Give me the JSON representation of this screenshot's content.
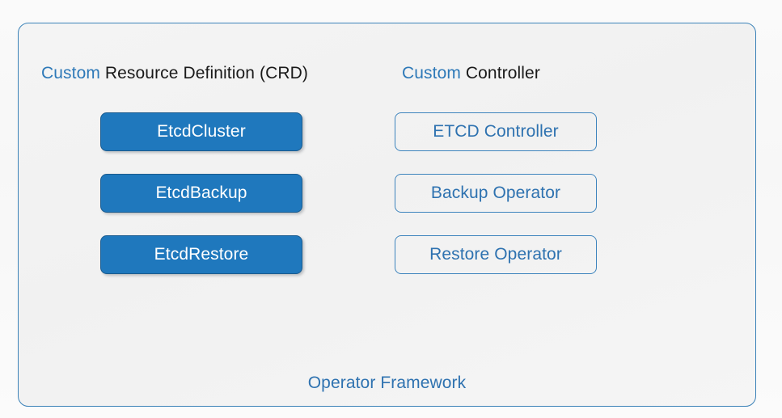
{
  "diagram": {
    "caption": "Operator Framework",
    "columns": [
      {
        "id": "crd",
        "heading_accent": "Custom",
        "heading_rest": " Resource Definition (CRD)",
        "style": "filled",
        "boxes": [
          {
            "label": "EtcdCluster"
          },
          {
            "label": "EtcdBackup"
          },
          {
            "label": "EtcdRestore"
          }
        ]
      },
      {
        "id": "controller",
        "heading_accent": "Custom",
        "heading_rest": " Controller",
        "style": "outlined",
        "boxes": [
          {
            "label": "ETCD Controller"
          },
          {
            "label": "Backup Operator"
          },
          {
            "label": "Restore Operator"
          }
        ]
      }
    ]
  },
  "colors": {
    "accent_blue": "#2e79b8",
    "box_fill": "#1f78bd",
    "box_fill_border": "#1a5b8f",
    "box_outline_border": "#3d84bd",
    "box_outline_text": "#2e72b0",
    "panel_border": "#3b82b8",
    "heading_text": "#1a1a1a",
    "panel_background": "#f2f2f2"
  }
}
